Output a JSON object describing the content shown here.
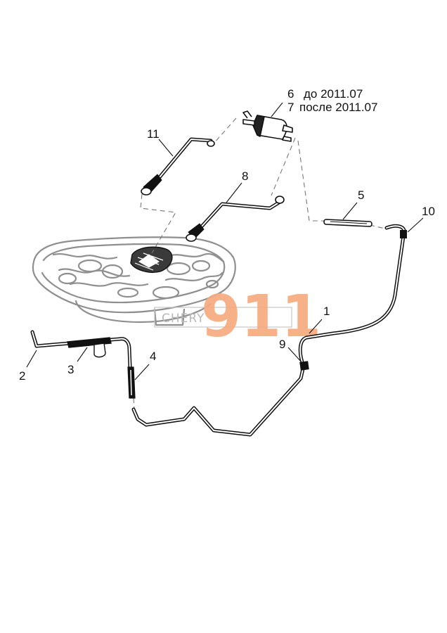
{
  "diagram": {
    "callouts": [
      {
        "id": "1",
        "label": "1"
      },
      {
        "id": "2",
        "label": "2"
      },
      {
        "id": "3",
        "label": "3"
      },
      {
        "id": "4",
        "label": "4"
      },
      {
        "id": "5",
        "label": "5"
      },
      {
        "id": "6",
        "label": "6"
      },
      {
        "id": "7",
        "label": "7"
      },
      {
        "id": "8",
        "label": "8"
      },
      {
        "id": "9",
        "label": "9"
      },
      {
        "id": "10",
        "label": "10"
      },
      {
        "id": "11",
        "label": "11"
      }
    ],
    "notes": {
      "part6": "до 2011.07",
      "part7": "после  2011.07"
    }
  },
  "watermark": {
    "brand": "CHERY",
    "number": "911",
    "number_color": "#f6ab80",
    "brand_color": "#b9b9b9"
  },
  "colors": {
    "line": "#111111",
    "tank": "#8f8f8f"
  }
}
